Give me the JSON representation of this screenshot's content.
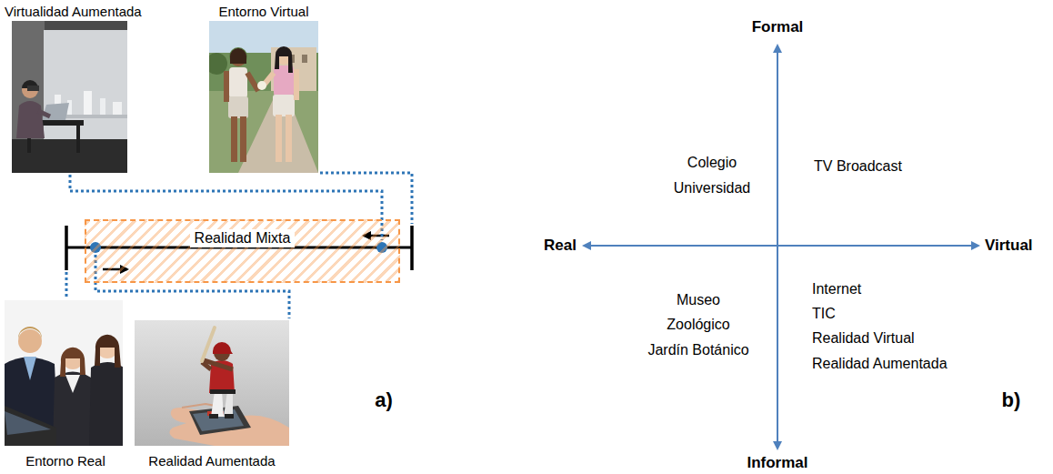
{
  "diagram": {
    "nodes": [
      {
        "text": [
          "Realidad Mixta"
        ]
      }
    ],
    "labels": [
      "Virtualidad Aumentada",
      "Entorno Virtual",
      "Entorno Real",
      "Realidad Aumentada",
      "a)",
      "Formal",
      "Colegio",
      "Universidad",
      "TV Broadcast",
      "Real",
      "Virtual",
      "Museo",
      "Zoológico",
      "Jardín Botánico",
      "Internet",
      "TIC",
      "Realidad Virtual",
      "Realidad Aumentada",
      "Informal",
      "b)"
    ]
  }
}
